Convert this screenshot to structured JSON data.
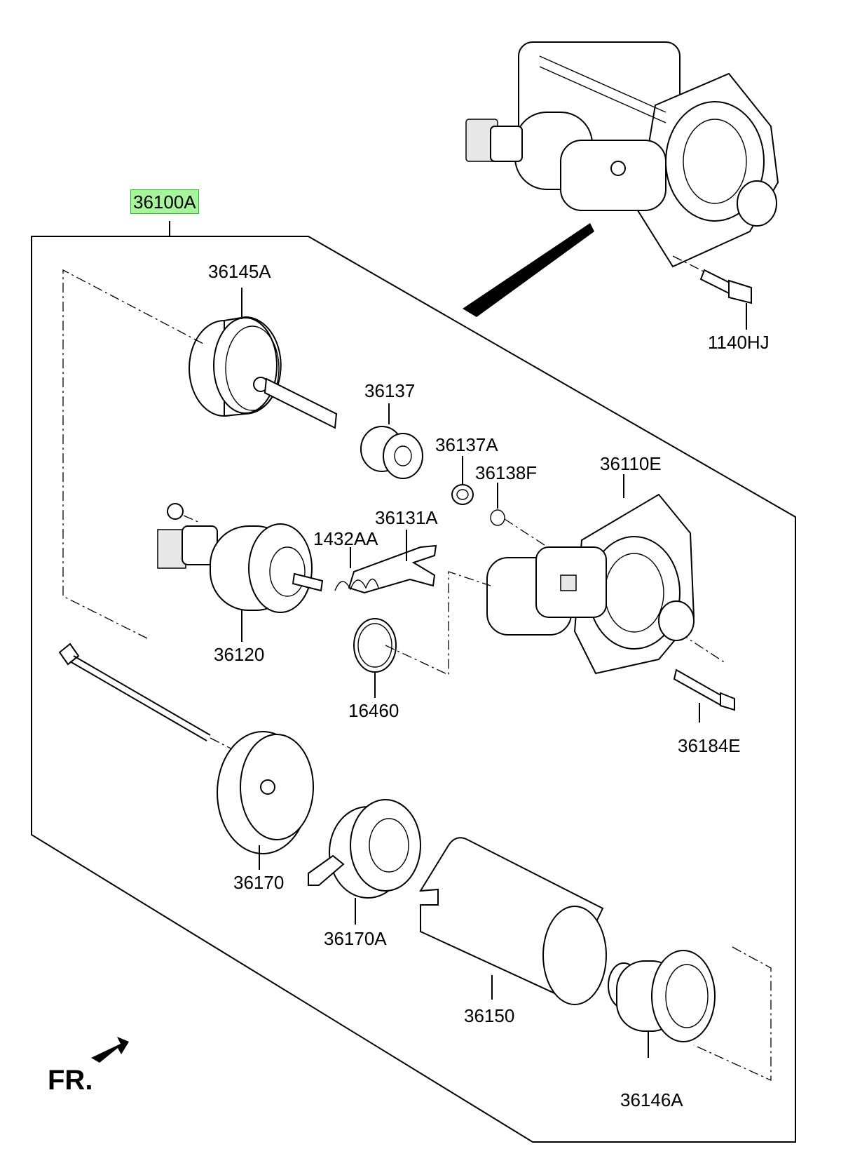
{
  "parts": {
    "assembly": "36100A",
    "p36145A": "36145A",
    "p1140HJ": "1140HJ",
    "p36137": "36137",
    "p36137A": "36137A",
    "p36138F": "36138F",
    "p36110E": "36110E",
    "p36131A": "36131A",
    "p1432AA": "1432AA",
    "p36120": "36120",
    "p16460": "16460",
    "p36184E": "36184E",
    "p36170": "36170",
    "p36170A": "36170A",
    "p36150": "36150",
    "p36146A": "36146A"
  },
  "direction_label": "FR.",
  "highlight_color": "#a6f59b"
}
